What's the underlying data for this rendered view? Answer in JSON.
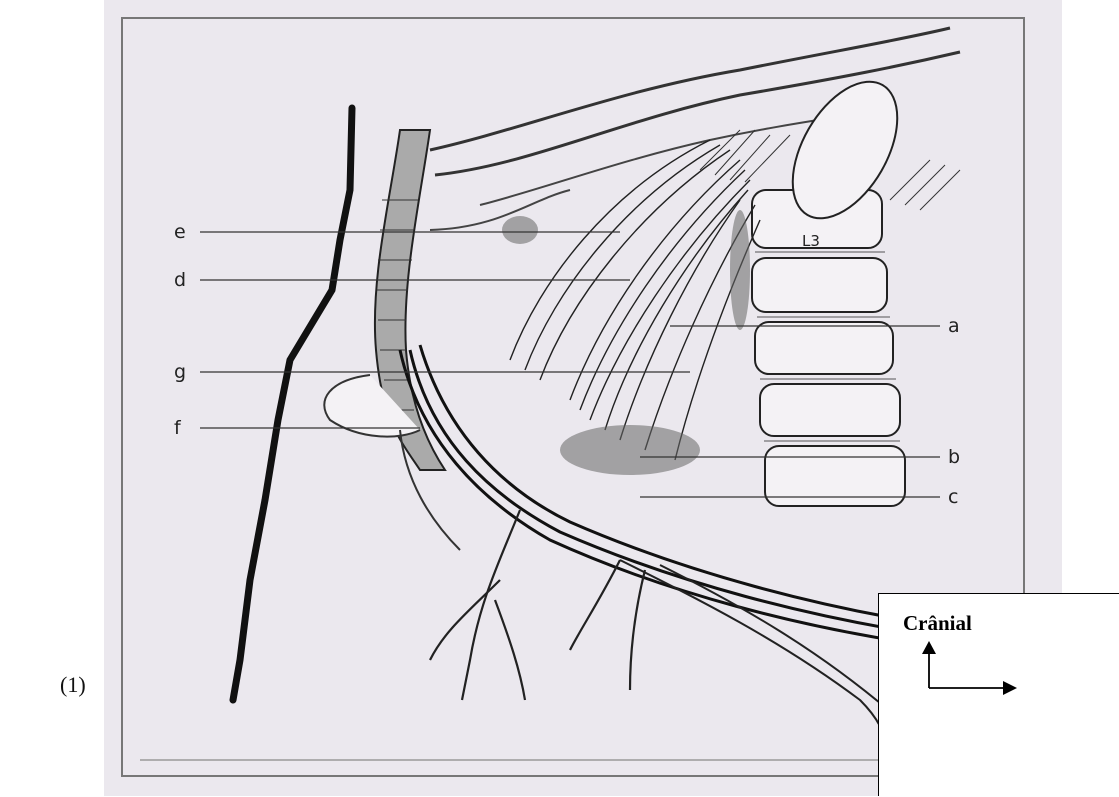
{
  "figure": {
    "number": "(1)",
    "labels": {
      "a": "a",
      "b": "b",
      "c": "c",
      "d": "d",
      "e": "e",
      "f": "f",
      "g": "g"
    },
    "vertebra_label": "L3"
  },
  "orientation": {
    "cranial_label": "Crânial"
  },
  "colors": {
    "ink": "#1a1a1a",
    "paper": "#ece9ef",
    "background": "#ffffff"
  }
}
